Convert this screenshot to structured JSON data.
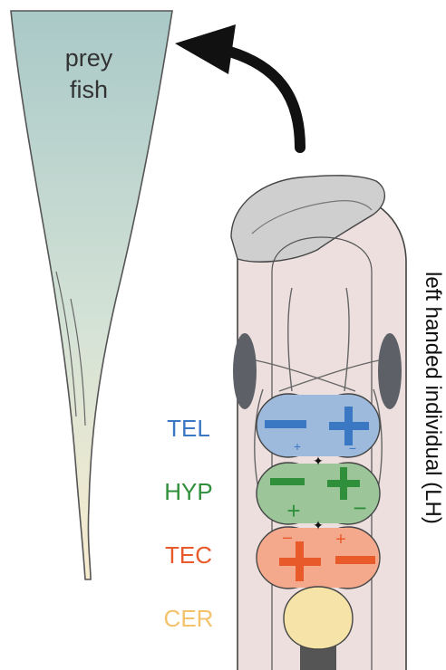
{
  "prey_label_line1": "prey",
  "prey_label_line2": "fish",
  "side_label": "left handed individual (LH)",
  "regions": [
    {
      "abbr": "TEL",
      "color": "#3a78c4"
    },
    {
      "abbr": "HYP",
      "color": "#2f8f3a"
    },
    {
      "abbr": "TEC",
      "color": "#e85a2a"
    },
    {
      "abbr": "CER",
      "color": "#f4c26b"
    }
  ],
  "region_fills": {
    "TEL": "#9db9dc",
    "HYP": "#9cc69a",
    "TEC": "#f4a98d",
    "CER": "#f6e3a8"
  },
  "signs": {
    "TEL": {
      "left_big": "−",
      "right_big": "+",
      "left_small": "+",
      "right_small": "−"
    },
    "HYP": {
      "left_big": "−",
      "right_big": "+",
      "left_small": "+",
      "right_small": "−"
    },
    "TEC": {
      "left_big": "+",
      "right_big": "−",
      "left_small": "−",
      "right_small": "+"
    }
  }
}
